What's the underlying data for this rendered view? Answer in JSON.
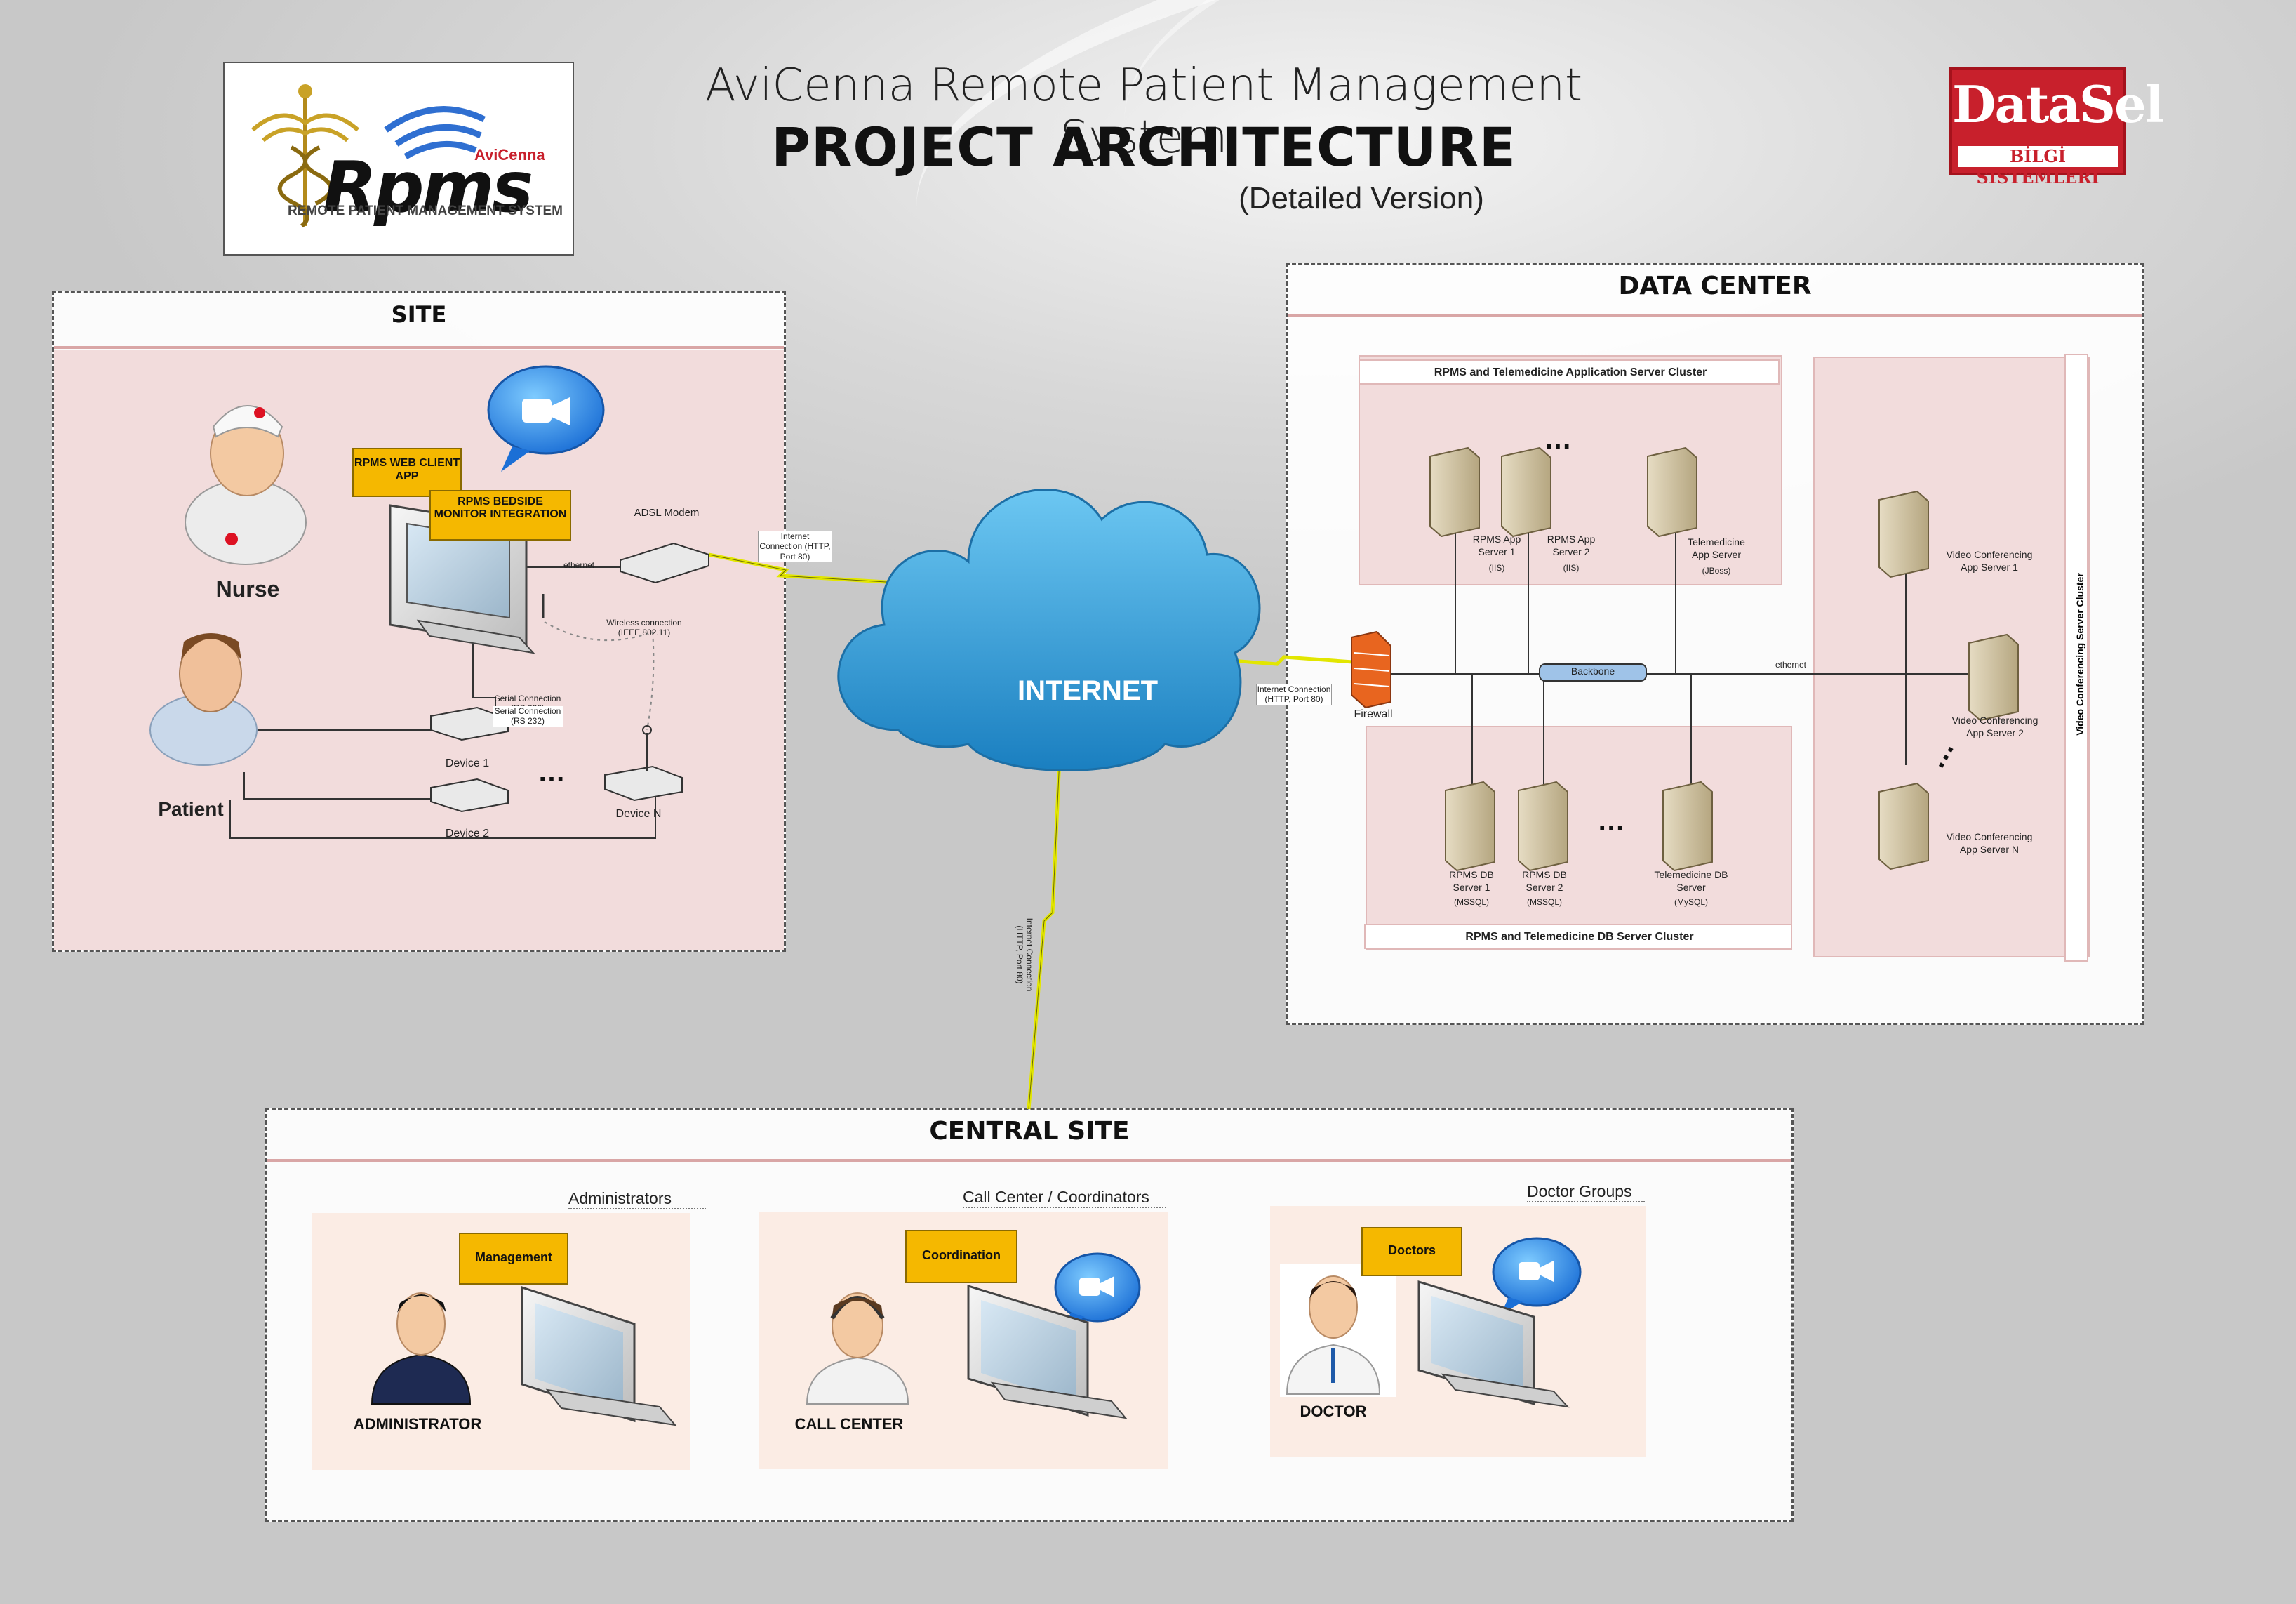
{
  "header": {
    "line1": "AviCenna Remote Patient Management System",
    "line2": "PROJECT ARCHITECTURE",
    "line3": "(Detailed Version)"
  },
  "logo": {
    "brand_small": "AviCenna",
    "brand_big": "Rpms",
    "tagline": "REMOTE PATIENT MANAGEMENT SYSTEM"
  },
  "datasel": {
    "name": "DataSel",
    "sub": "BİLGİ SİSTEMLERİ"
  },
  "site": {
    "title": "SITE",
    "nurse": "Nurse",
    "patient": "Patient",
    "web_client": "RPMS WEB CLIENT APP",
    "bedside": "RPMS BEDSIDE MONITOR INTEGRATION",
    "adsl": "ADSL Modem",
    "ethernet": "ethernet",
    "wireless": "Wireless connection (IEEE 802.11)",
    "serial1": "Serial Connection (RS 232)",
    "serial2": "Serial Connection (RS 232)",
    "device1": "Device 1",
    "device2": "Device 2",
    "deviceN": "Device N",
    "ellipsis": "…",
    "internet_conn": "Internet Connection (HTTP, Port 80)"
  },
  "internet": {
    "label": "INTERNET"
  },
  "internet_conn_right": "Internet Connection (HTTP, Port 80)",
  "internet_conn_down": "Internet Connection (HTTP, Port 80)",
  "data_center": {
    "title": "DATA CENTER",
    "app_cluster": "RPMS and Telemedicine Application Server Cluster",
    "db_cluster": "RPMS and Telemedicine DB Server Cluster",
    "video_cluster": "Video Conferencing Server Cluster",
    "firewall": "Firewall",
    "backbone": "Backbone",
    "ethernet": "ethernet",
    "ellipsis": "…",
    "app_servers": [
      {
        "name": "RPMS App Server 1",
        "tech": "(IIS)"
      },
      {
        "name": "RPMS App Server 2",
        "tech": "(IIS)"
      },
      {
        "name": "Telemedicine App Server",
        "tech": "(JBoss)"
      }
    ],
    "db_servers": [
      {
        "name": "RPMS DB Server 1",
        "tech": "(MSSQL)"
      },
      {
        "name": "RPMS DB Server 2",
        "tech": "(MSSQL)"
      },
      {
        "name": "Telemedicine DB Server",
        "tech": "(MySQL)"
      }
    ],
    "video_servers": [
      "Video Conferencing App Server 1",
      "Video Conferencing App Server 2",
      "Video Conferencing App Server N"
    ]
  },
  "central": {
    "title": "CENTRAL SITE",
    "groups": [
      {
        "header": "Administrators",
        "callout": "Management",
        "role": "ADMINISTRATOR"
      },
      {
        "header": "Call Center / Coordinators",
        "callout": "Coordination",
        "role": "CALL CENTER"
      },
      {
        "header": "Doctor Groups",
        "callout": "Doctors",
        "role": "DOCTOR"
      }
    ]
  }
}
